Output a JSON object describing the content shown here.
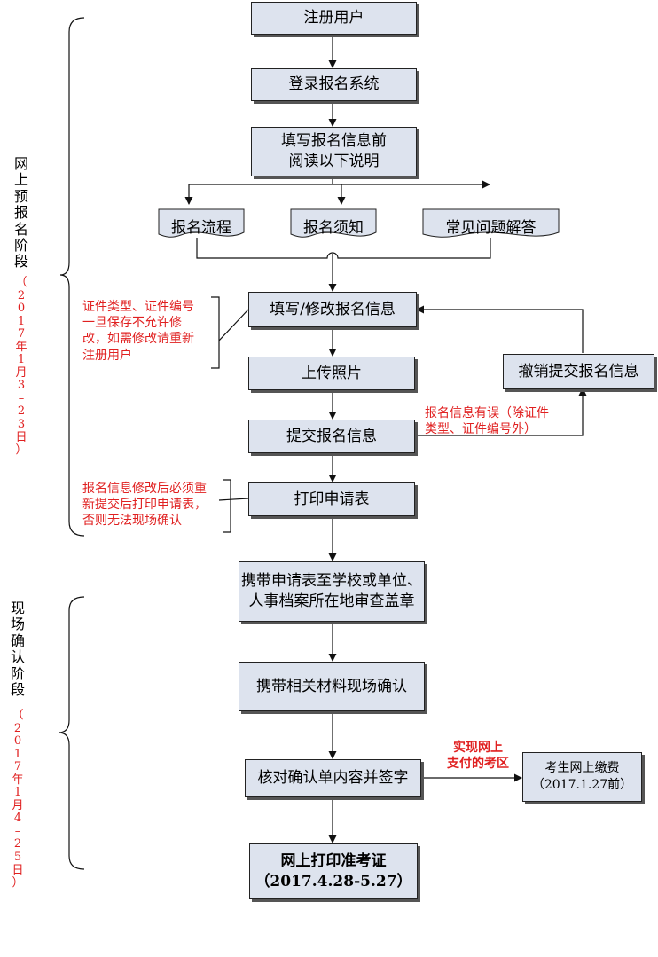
{
  "stages": {
    "online_label": "网上预报名阶段",
    "online_dates": "（2017年1月3–23日）",
    "onsite_label": "现场确认阶段",
    "onsite_dates": "（2017年1月4–25日）"
  },
  "steps": {
    "register": "注册用户",
    "login": "登录报名系统",
    "read_intro": "填写报名信息前\n阅读以下说明",
    "flow": "报名流程",
    "notice": "报名须知",
    "faq": "常见问题解答",
    "fill_info": "填写/修改报名信息",
    "upload_photo": "上传照片",
    "submit_info": "提交报名信息",
    "revoke": "撤销提交报名信息",
    "print_form": "打印申请表",
    "bring_form": "携带申请表至学校或单位、\n人事档案所在地审查盖章",
    "confirm_onsite": "携带相关材料现场确认",
    "check_sign": "核对确认单内容并签字",
    "pay_online": "考生网上缴费\n（2017.1.27前）",
    "print_ticket": "网上打印准考证\n（2017.4.28-5.27）"
  },
  "notes": {
    "id_note": "证件类型、证件编号\n一旦保存不允许修\n改，如需修改请重新\n注册用户",
    "error_note": "报名信息有误（除证件\n类型、证件编号外）",
    "resubmit_note": "报名信息修改后必须重\n新提交后打印申请表，\n否则无法现场确认",
    "pay_note": "实现网上\n支付的考区"
  },
  "colors": {
    "box_fill": "#dde3ee",
    "line": "#222222",
    "note_red": "#e02020"
  }
}
